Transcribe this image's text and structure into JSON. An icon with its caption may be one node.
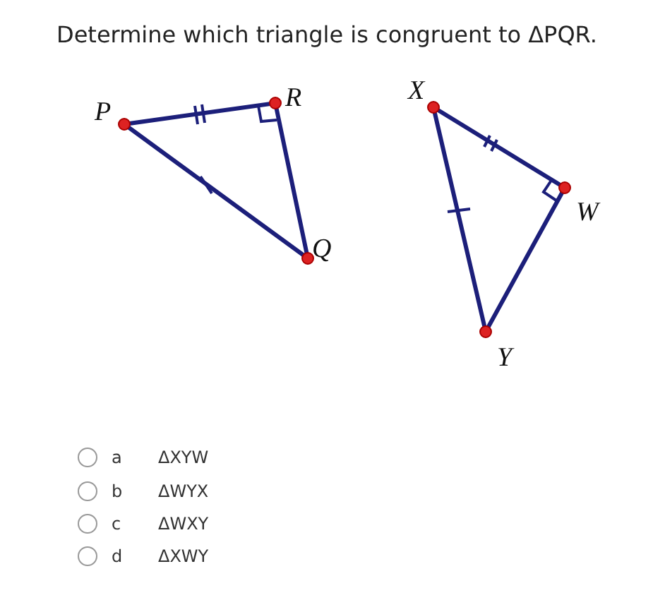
{
  "diagram": {
    "title": "Determine which triangle is congruent to ΔPQR.",
    "labels": [
      "P",
      "R",
      "Q",
      "X",
      "W",
      "Y",
      "a",
      "ΔXYW",
      "b",
      "ΔWYX",
      "c",
      "ΔWXY",
      "d",
      "ΔXWY"
    ]
  }
}
